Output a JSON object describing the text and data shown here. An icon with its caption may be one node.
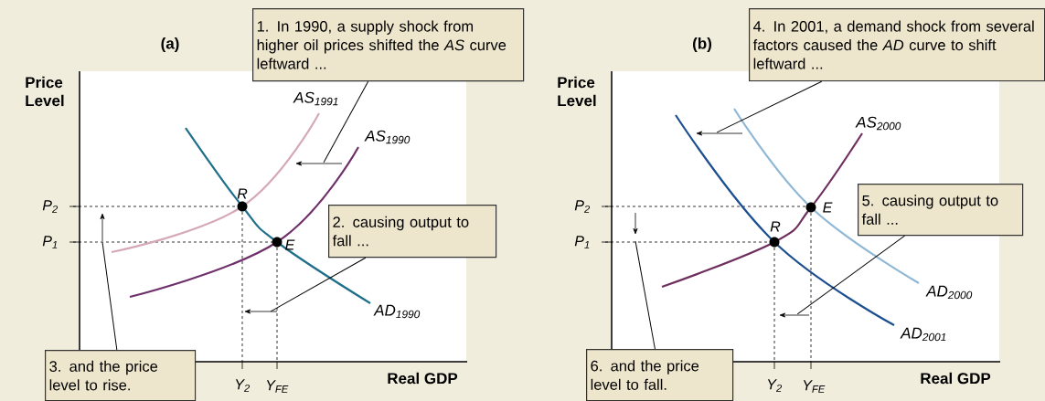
{
  "diagram": {
    "nodes": [
      {
        "text": [
          "1. In 1990, a supply shock from higher oil prices shifted the *AS* curve leftward ..."
        ]
      },
      {
        "text": [
          "2. causing output to fall ..."
        ]
      },
      {
        "text": [
          "3. and the price level to rise."
        ]
      },
      {
        "text": [
          "4. In 2001, a demand shock from several factors caused the *AD* curve to shift leftward ..."
        ]
      },
      {
        "text": [
          "5. causing output to fall ..."
        ]
      },
      {
        "text": [
          "6. and the price level to fall."
        ]
      },
      {
        "text": [],
        "shape": "arrow"
      },
      {
        "text": [],
        "shape": "arrow"
      },
      {
        "text": [],
        "shape": "arrow"
      },
      {
        "text": [],
        "shape": "arrow"
      },
      {
        "text": [],
        "shape": "arrow"
      },
      {
        "text": [],
        "shape": "arrow"
      }
    ],
    "edges": [
      {
        "from": 0,
        "to": 8,
        "arrow": "none"
      },
      {
        "from": 1,
        "to": 7,
        "arrow": "none"
      },
      {
        "from": 2,
        "to": 6,
        "arrow": "none"
      },
      {
        "from": 3,
        "to": 10,
        "arrow": "none"
      },
      {
        "from": 4,
        "to": 11,
        "arrow": "none"
      },
      {
        "from": 5,
        "to": 9,
        "arrow": "none"
      }
    ],
    "labels": [
      "(a)",
      "Price Level",
      "AS$_{1991}$",
      "AS$_{1990}$",
      "R",
      "P$_{2}$",
      "P$_{1}$",
      "E",
      "AD$_{1990}$",
      "Y$_{2}$",
      "Y$_{FE}$",
      "Real GDP",
      "(b)",
      "Price Level",
      "AS$_{2000}$",
      "P$_{2}$",
      "E",
      "R",
      "P$_{1}$",
      "AD$_{2000}$",
      "AD$_{2001}$",
      "Y$_{2}$",
      "Y$_{FE}$",
      "Real GDP"
    ]
  }
}
